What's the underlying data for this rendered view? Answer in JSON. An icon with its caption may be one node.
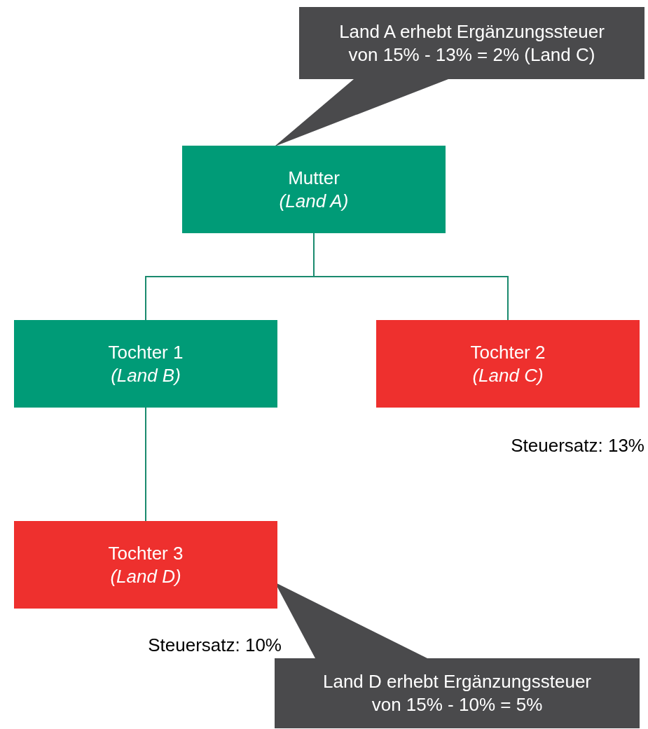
{
  "diagram": {
    "nodes": [
      {
        "text": [
          "Land A erhebt Ergänzungssteuer von 15% - 13% = 2% (Land C)"
        ]
      },
      {
        "text": [
          "Mutter",
          "(Land A)"
        ]
      },
      {
        "text": [
          "Tochter 1",
          "(Land B)"
        ]
      },
      {
        "text": [
          "Tochter 2",
          "(Land C)"
        ],
        "beside": [
          "Steuersatz: 13%"
        ]
      },
      {
        "text": [
          "Tochter 3",
          "(Land D)"
        ]
      },
      {
        "text": [
          "Land D erhebt Ergänzungssteuer von 15% - 10% = 5%"
        ]
      }
    ],
    "edges": [
      {
        "from": 0,
        "to": 1,
        "arrow": "none",
        "style": "thick",
        "color": "#4a4a4c"
      },
      {
        "from": 1,
        "to": 2,
        "arrow": "none"
      },
      {
        "from": 1,
        "to": 3,
        "arrow": "none"
      },
      {
        "from": 2,
        "to": 4,
        "arrow": "none"
      },
      {
        "from": 5,
        "to": 4,
        "arrow": "none",
        "style": "thick",
        "color": "#4a4a4c"
      }
    ],
    "labels": [
      "Steuersatz: 10%"
    ]
  }
}
